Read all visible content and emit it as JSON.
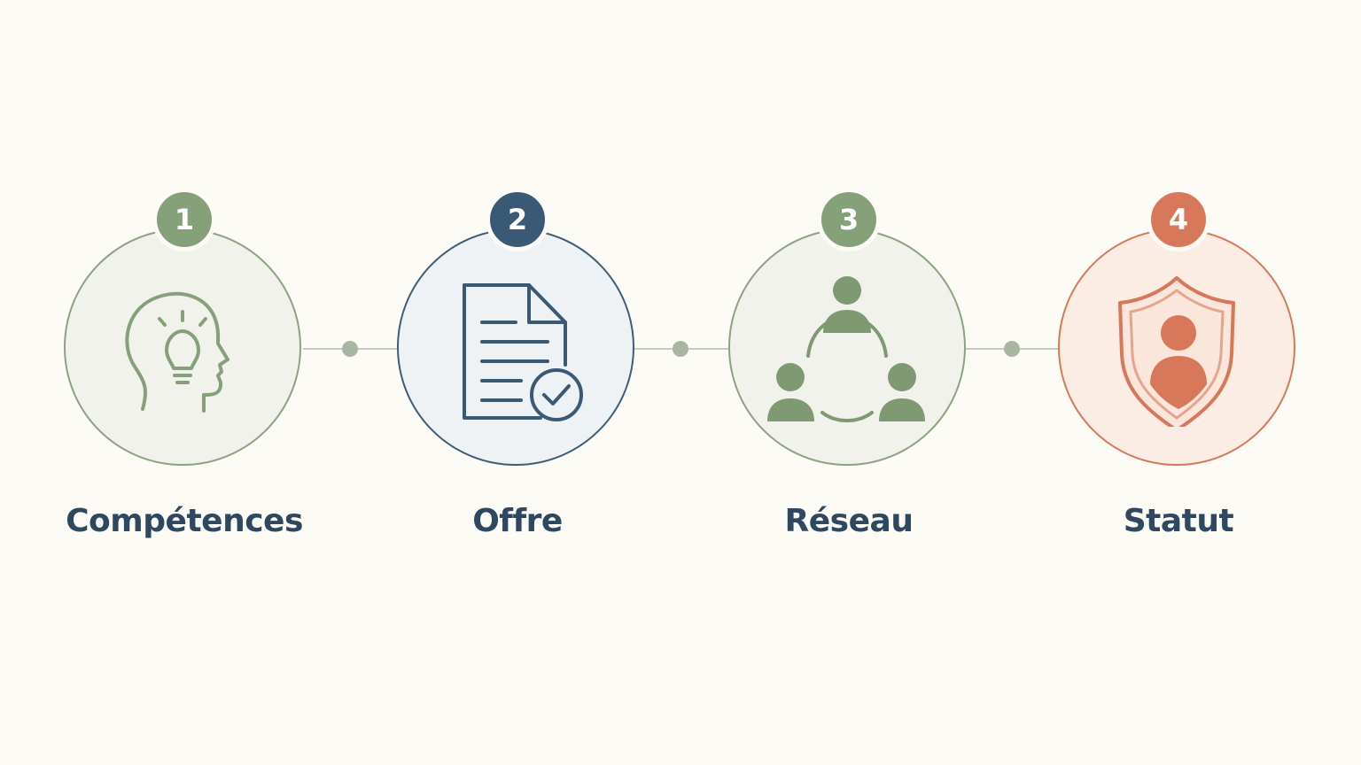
{
  "colors": {
    "background": "#fcfbf6",
    "sage": "#86a079",
    "navy": "#3a5974",
    "terracotta": "#d7785a",
    "label_text": "#2f4860",
    "connector": "#c5ccbf"
  },
  "steps": [
    {
      "number": "1",
      "label": "Compétences",
      "icon": "head-lightbulb-icon",
      "accent": "#86a079"
    },
    {
      "number": "2",
      "label": "Offre",
      "icon": "document-check-icon",
      "accent": "#3a5974"
    },
    {
      "number": "3",
      "label": "Réseau",
      "icon": "network-people-icon",
      "accent": "#86a079"
    },
    {
      "number": "4",
      "label": "Statut",
      "icon": "shield-person-icon",
      "accent": "#d7785a"
    }
  ]
}
